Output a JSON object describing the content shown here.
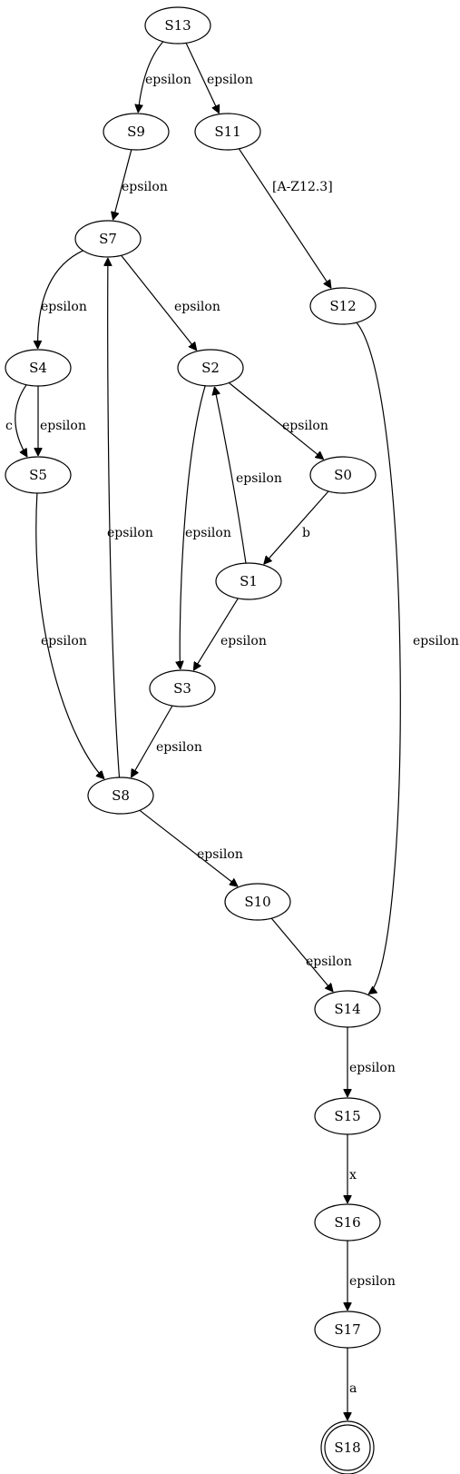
{
  "colors": {
    "default": "#000000",
    "start": "#00cc00",
    "accept": "#dd0000"
  },
  "nodes": [
    {
      "id": "S13",
      "label": "S13",
      "kind": "start"
    },
    {
      "id": "S9",
      "label": "S9"
    },
    {
      "id": "S11",
      "label": "S11"
    },
    {
      "id": "S7",
      "label": "S7"
    },
    {
      "id": "S12",
      "label": "S12"
    },
    {
      "id": "S4",
      "label": "S4"
    },
    {
      "id": "S2",
      "label": "S2"
    },
    {
      "id": "S5",
      "label": "S5"
    },
    {
      "id": "S0",
      "label": "S0"
    },
    {
      "id": "S1",
      "label": "S1"
    },
    {
      "id": "S3",
      "label": "S3"
    },
    {
      "id": "S8",
      "label": "S8"
    },
    {
      "id": "S10",
      "label": "S10"
    },
    {
      "id": "S14",
      "label": "S14"
    },
    {
      "id": "S15",
      "label": "S15"
    },
    {
      "id": "S16",
      "label": "S16"
    },
    {
      "id": "S17",
      "label": "S17"
    },
    {
      "id": "S18",
      "label": "S18",
      "kind": "accept"
    }
  ],
  "edges": [
    {
      "from": "S13",
      "to": "S9",
      "label": "epsilon"
    },
    {
      "from": "S13",
      "to": "S11",
      "label": "epsilon"
    },
    {
      "from": "S9",
      "to": "S7",
      "label": "epsilon"
    },
    {
      "from": "S11",
      "to": "S12",
      "label": "[A-Z12.3]"
    },
    {
      "from": "S7",
      "to": "S4",
      "label": "epsilon"
    },
    {
      "from": "S7",
      "to": "S2",
      "label": "epsilon"
    },
    {
      "from": "S12",
      "to": "S14",
      "label": "epsilon"
    },
    {
      "from": "S4",
      "to": "S5",
      "label": "c"
    },
    {
      "from": "S4",
      "to": "S5",
      "label": "epsilon"
    },
    {
      "from": "S2",
      "to": "S0",
      "label": "epsilon"
    },
    {
      "from": "S2",
      "to": "S3",
      "label": "epsilon"
    },
    {
      "from": "S1",
      "to": "S2",
      "label": "epsilon"
    },
    {
      "from": "S0",
      "to": "S1",
      "label": "b"
    },
    {
      "from": "S1",
      "to": "S3",
      "label": "epsilon"
    },
    {
      "from": "S5",
      "to": "S8",
      "label": "epsilon"
    },
    {
      "from": "S8",
      "to": "S7",
      "label": "epsilon"
    },
    {
      "from": "S3",
      "to": "S8",
      "label": "epsilon"
    },
    {
      "from": "S8",
      "to": "S10",
      "label": "epsilon"
    },
    {
      "from": "S10",
      "to": "S14",
      "label": "epsilon"
    },
    {
      "from": "S14",
      "to": "S15",
      "label": "epsilon"
    },
    {
      "from": "S15",
      "to": "S16",
      "label": "x"
    },
    {
      "from": "S16",
      "to": "S17",
      "label": "epsilon"
    },
    {
      "from": "S17",
      "to": "S18",
      "label": "a"
    }
  ]
}
